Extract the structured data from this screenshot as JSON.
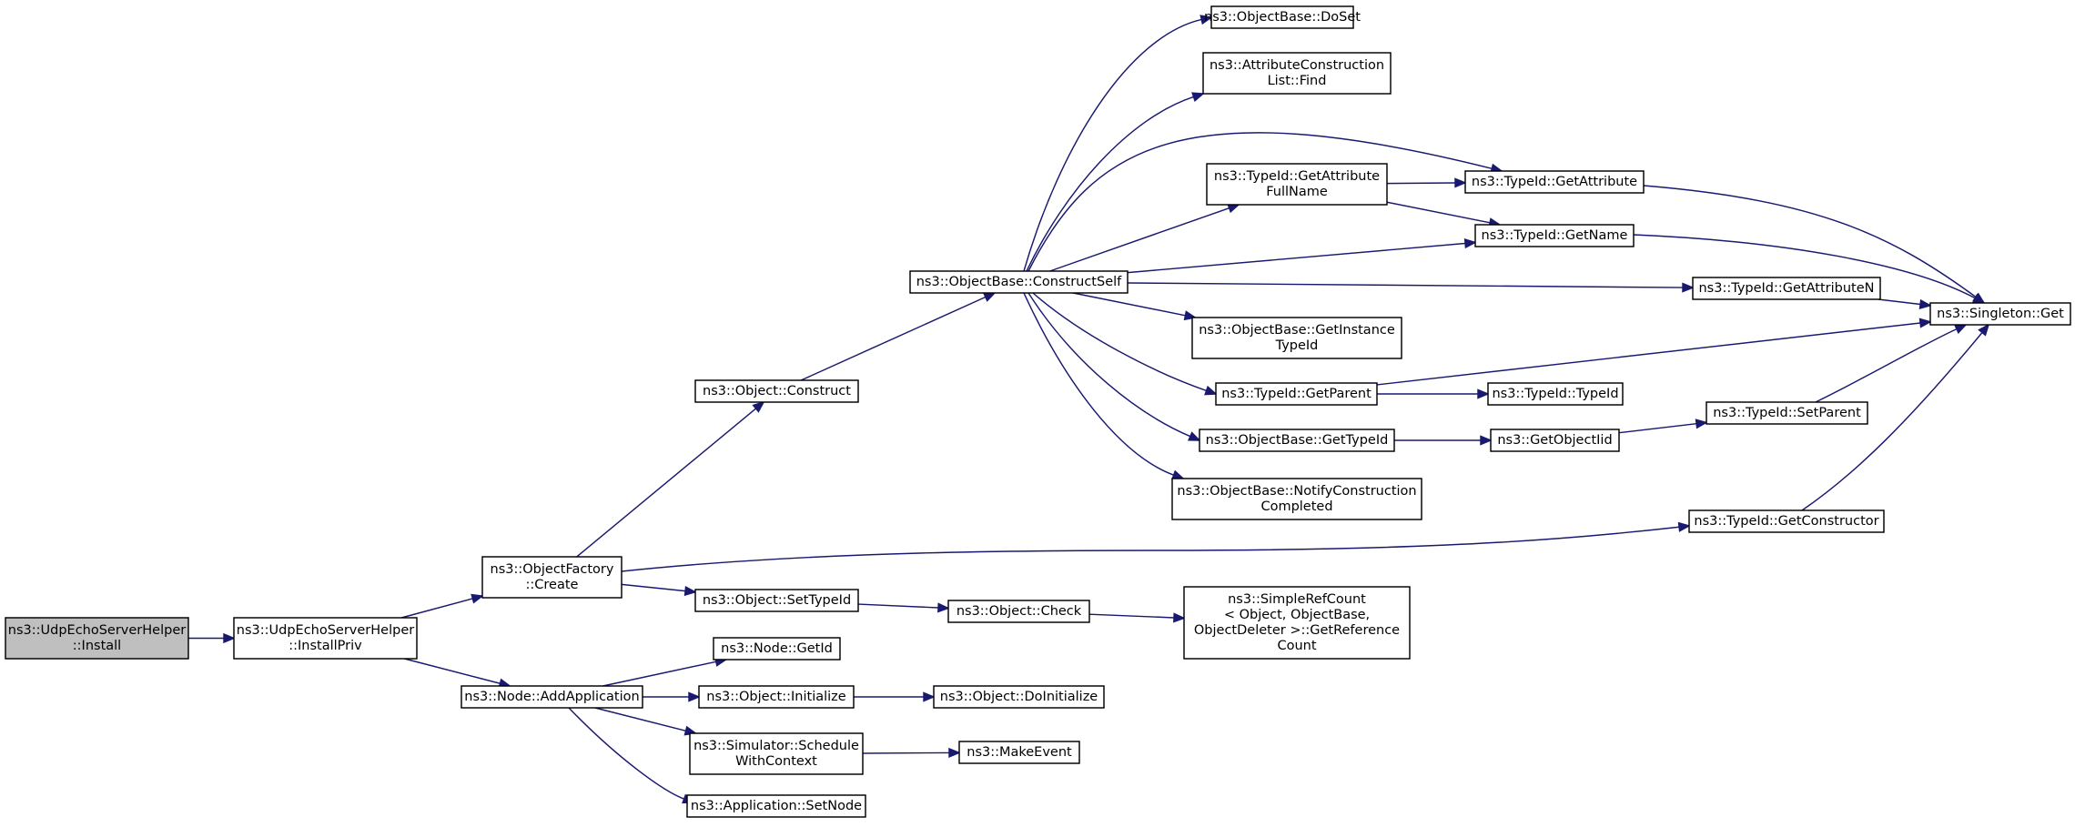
{
  "colors": {
    "edge": "#191970",
    "root_fill": "#bfbfbf",
    "node_fill": "#ffffff",
    "border": "#000000"
  },
  "nodes": [
    {
      "id": "root",
      "lines": [
        "ns3::UdpEchoServerHelper",
        "::Install"
      ],
      "root": true
    },
    {
      "id": "installpriv",
      "lines": [
        "ns3::UdpEchoServerHelper",
        "::InstallPriv"
      ]
    },
    {
      "id": "create",
      "lines": [
        "ns3::ObjectFactory",
        "::Create"
      ]
    },
    {
      "id": "addapp",
      "lines": [
        "ns3::Node::AddApplication"
      ]
    },
    {
      "id": "construct",
      "lines": [
        "ns3::Object::Construct"
      ]
    },
    {
      "id": "settypeid",
      "lines": [
        "ns3::Object::SetTypeId"
      ]
    },
    {
      "id": "getid",
      "lines": [
        "ns3::Node::GetId"
      ]
    },
    {
      "id": "initialize",
      "lines": [
        "ns3::Object::Initialize"
      ]
    },
    {
      "id": "schedule",
      "lines": [
        "ns3::Simulator::Schedule",
        "WithContext"
      ]
    },
    {
      "id": "setnode",
      "lines": [
        "ns3::Application::SetNode"
      ]
    },
    {
      "id": "constructself",
      "lines": [
        "ns3::ObjectBase::ConstructSelf"
      ]
    },
    {
      "id": "check",
      "lines": [
        "ns3::Object::Check"
      ]
    },
    {
      "id": "doinitialize",
      "lines": [
        "ns3::Object::DoInitialize"
      ]
    },
    {
      "id": "makeevent",
      "lines": [
        "ns3::MakeEvent"
      ]
    },
    {
      "id": "doset",
      "lines": [
        "ns3::ObjectBase::DoSet"
      ]
    },
    {
      "id": "find",
      "lines": [
        "ns3::AttributeConstruction",
        "List::Find"
      ]
    },
    {
      "id": "getattrfull",
      "lines": [
        "ns3::TypeId::GetAttribute",
        "FullName"
      ]
    },
    {
      "id": "getinstance",
      "lines": [
        "ns3::ObjectBase::GetInstance",
        "TypeId"
      ]
    },
    {
      "id": "getparent",
      "lines": [
        "ns3::TypeId::GetParent"
      ]
    },
    {
      "id": "obgettypeid",
      "lines": [
        "ns3::ObjectBase::GetTypeId"
      ]
    },
    {
      "id": "notify",
      "lines": [
        "ns3::ObjectBase::NotifyConstruction",
        "Completed"
      ]
    },
    {
      "id": "getrefcount",
      "lines": [
        "ns3::SimpleRefCount",
        "< Object, ObjectBase,",
        " ObjectDeleter >::GetReference",
        "Count"
      ]
    },
    {
      "id": "getattribute",
      "lines": [
        "ns3::TypeId::GetAttribute"
      ]
    },
    {
      "id": "getname",
      "lines": [
        "ns3::TypeId::GetName"
      ]
    },
    {
      "id": "typeidctor",
      "lines": [
        "ns3::TypeId::TypeId"
      ]
    },
    {
      "id": "getobjectiid",
      "lines": [
        "ns3::GetObjectIid"
      ]
    },
    {
      "id": "getattributen",
      "lines": [
        "ns3::TypeId::GetAttributeN"
      ]
    },
    {
      "id": "setparent",
      "lines": [
        "ns3::TypeId::SetParent"
      ]
    },
    {
      "id": "getconstructor",
      "lines": [
        "ns3::TypeId::GetConstructor"
      ]
    },
    {
      "id": "singleton",
      "lines": [
        "ns3::Singleton::Get"
      ]
    }
  ],
  "edges": [
    [
      "root",
      "installpriv"
    ],
    [
      "installpriv",
      "create"
    ],
    [
      "installpriv",
      "addapp"
    ],
    [
      "create",
      "construct"
    ],
    [
      "create",
      "settypeid"
    ],
    [
      "create",
      "getconstructor"
    ],
    [
      "addapp",
      "getid"
    ],
    [
      "addapp",
      "initialize"
    ],
    [
      "addapp",
      "schedule"
    ],
    [
      "addapp",
      "setnode"
    ],
    [
      "construct",
      "constructself"
    ],
    [
      "settypeid",
      "check"
    ],
    [
      "initialize",
      "doinitialize"
    ],
    [
      "schedule",
      "makeevent"
    ],
    [
      "check",
      "getrefcount"
    ],
    [
      "constructself",
      "doset"
    ],
    [
      "constructself",
      "find"
    ],
    [
      "constructself",
      "getattribute"
    ],
    [
      "constructself",
      "getattrfull"
    ],
    [
      "constructself",
      "getname"
    ],
    [
      "constructself",
      "getattributen"
    ],
    [
      "constructself",
      "getinstance"
    ],
    [
      "constructself",
      "getparent"
    ],
    [
      "constructself",
      "obgettypeid"
    ],
    [
      "constructself",
      "notify"
    ],
    [
      "getattrfull",
      "getattribute"
    ],
    [
      "getattrfull",
      "getname"
    ],
    [
      "getattribute",
      "singleton"
    ],
    [
      "getname",
      "singleton"
    ],
    [
      "getattributen",
      "singleton"
    ],
    [
      "getparent",
      "singleton"
    ],
    [
      "getparent",
      "typeidctor"
    ],
    [
      "obgettypeid",
      "getobjectiid"
    ],
    [
      "getobjectiid",
      "setparent"
    ],
    [
      "setparent",
      "singleton"
    ],
    [
      "getconstructor",
      "singleton"
    ]
  ]
}
